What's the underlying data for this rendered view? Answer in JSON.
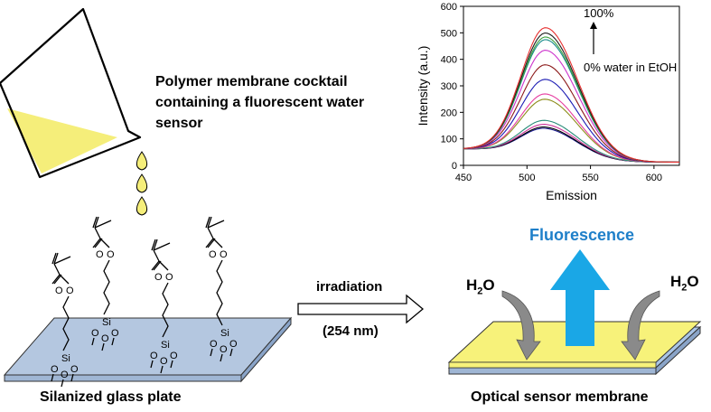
{
  "labels": {
    "cocktail_line1": "Polymer membrane cocktail",
    "cocktail_line2": "containing a fluorescent water",
    "cocktail_line3": "sensor",
    "irradiation": "irradiation",
    "wavelength": "(254 nm)",
    "fluorescence": "Fluorescence",
    "water_left": "H",
    "water_left_sub": "2",
    "water_left_o": "O",
    "water_right": "H",
    "water_right_sub": "2",
    "water_right_o": "O",
    "glass_plate": "Silanized glass plate",
    "optical_membrane": "Optical sensor membrane",
    "si": "Si",
    "o": "O"
  },
  "colors": {
    "beaker_fill": "#f5ee7a",
    "drop_fill": "#f5ee7a",
    "glass_top": "#b4c7e0",
    "membrane_yellow": "#f7f27a",
    "membrane_blue": "#a9c4e6",
    "arrow_blue": "#1aa7e6",
    "fluorescence_text": "#1e7fc9",
    "gray_arrow": "#8a8a8a"
  },
  "chart_data": {
    "type": "line",
    "xlabel": "Emission",
    "ylabel": "Intensity (a.u.)",
    "xlim": [
      450,
      620
    ],
    "ylim": [
      0,
      600
    ],
    "xticks": [
      "450",
      "500",
      "550",
      "600"
    ],
    "yticks": [
      "0",
      "100",
      "200",
      "300",
      "400",
      "500",
      "600"
    ],
    "annotation_top": "100%",
    "annotation_bottom": "0% water in EtOH",
    "peak_x": 515,
    "series": [
      {
        "color": "#1a1a8c",
        "peak": 145
      },
      {
        "color": "#000000",
        "peak": 150
      },
      {
        "color": "#cc3399",
        "peak": 160
      },
      {
        "color": "#2a8c7a",
        "peak": 175
      },
      {
        "color": "#8c8c1a",
        "peak": 255
      },
      {
        "color": "#e63ca0",
        "peak": 275
      },
      {
        "color": "#1a1ab3",
        "peak": 330
      },
      {
        "color": "#8c1a1a",
        "peak": 385
      },
      {
        "color": "#cc33cc",
        "peak": 440
      },
      {
        "color": "#1a8c8c",
        "peak": 480
      },
      {
        "color": "#3ca03c",
        "peak": 490
      },
      {
        "color": "#1a1a1a",
        "peak": 505
      },
      {
        "color": "#e62e2e",
        "peak": 525
      }
    ]
  }
}
